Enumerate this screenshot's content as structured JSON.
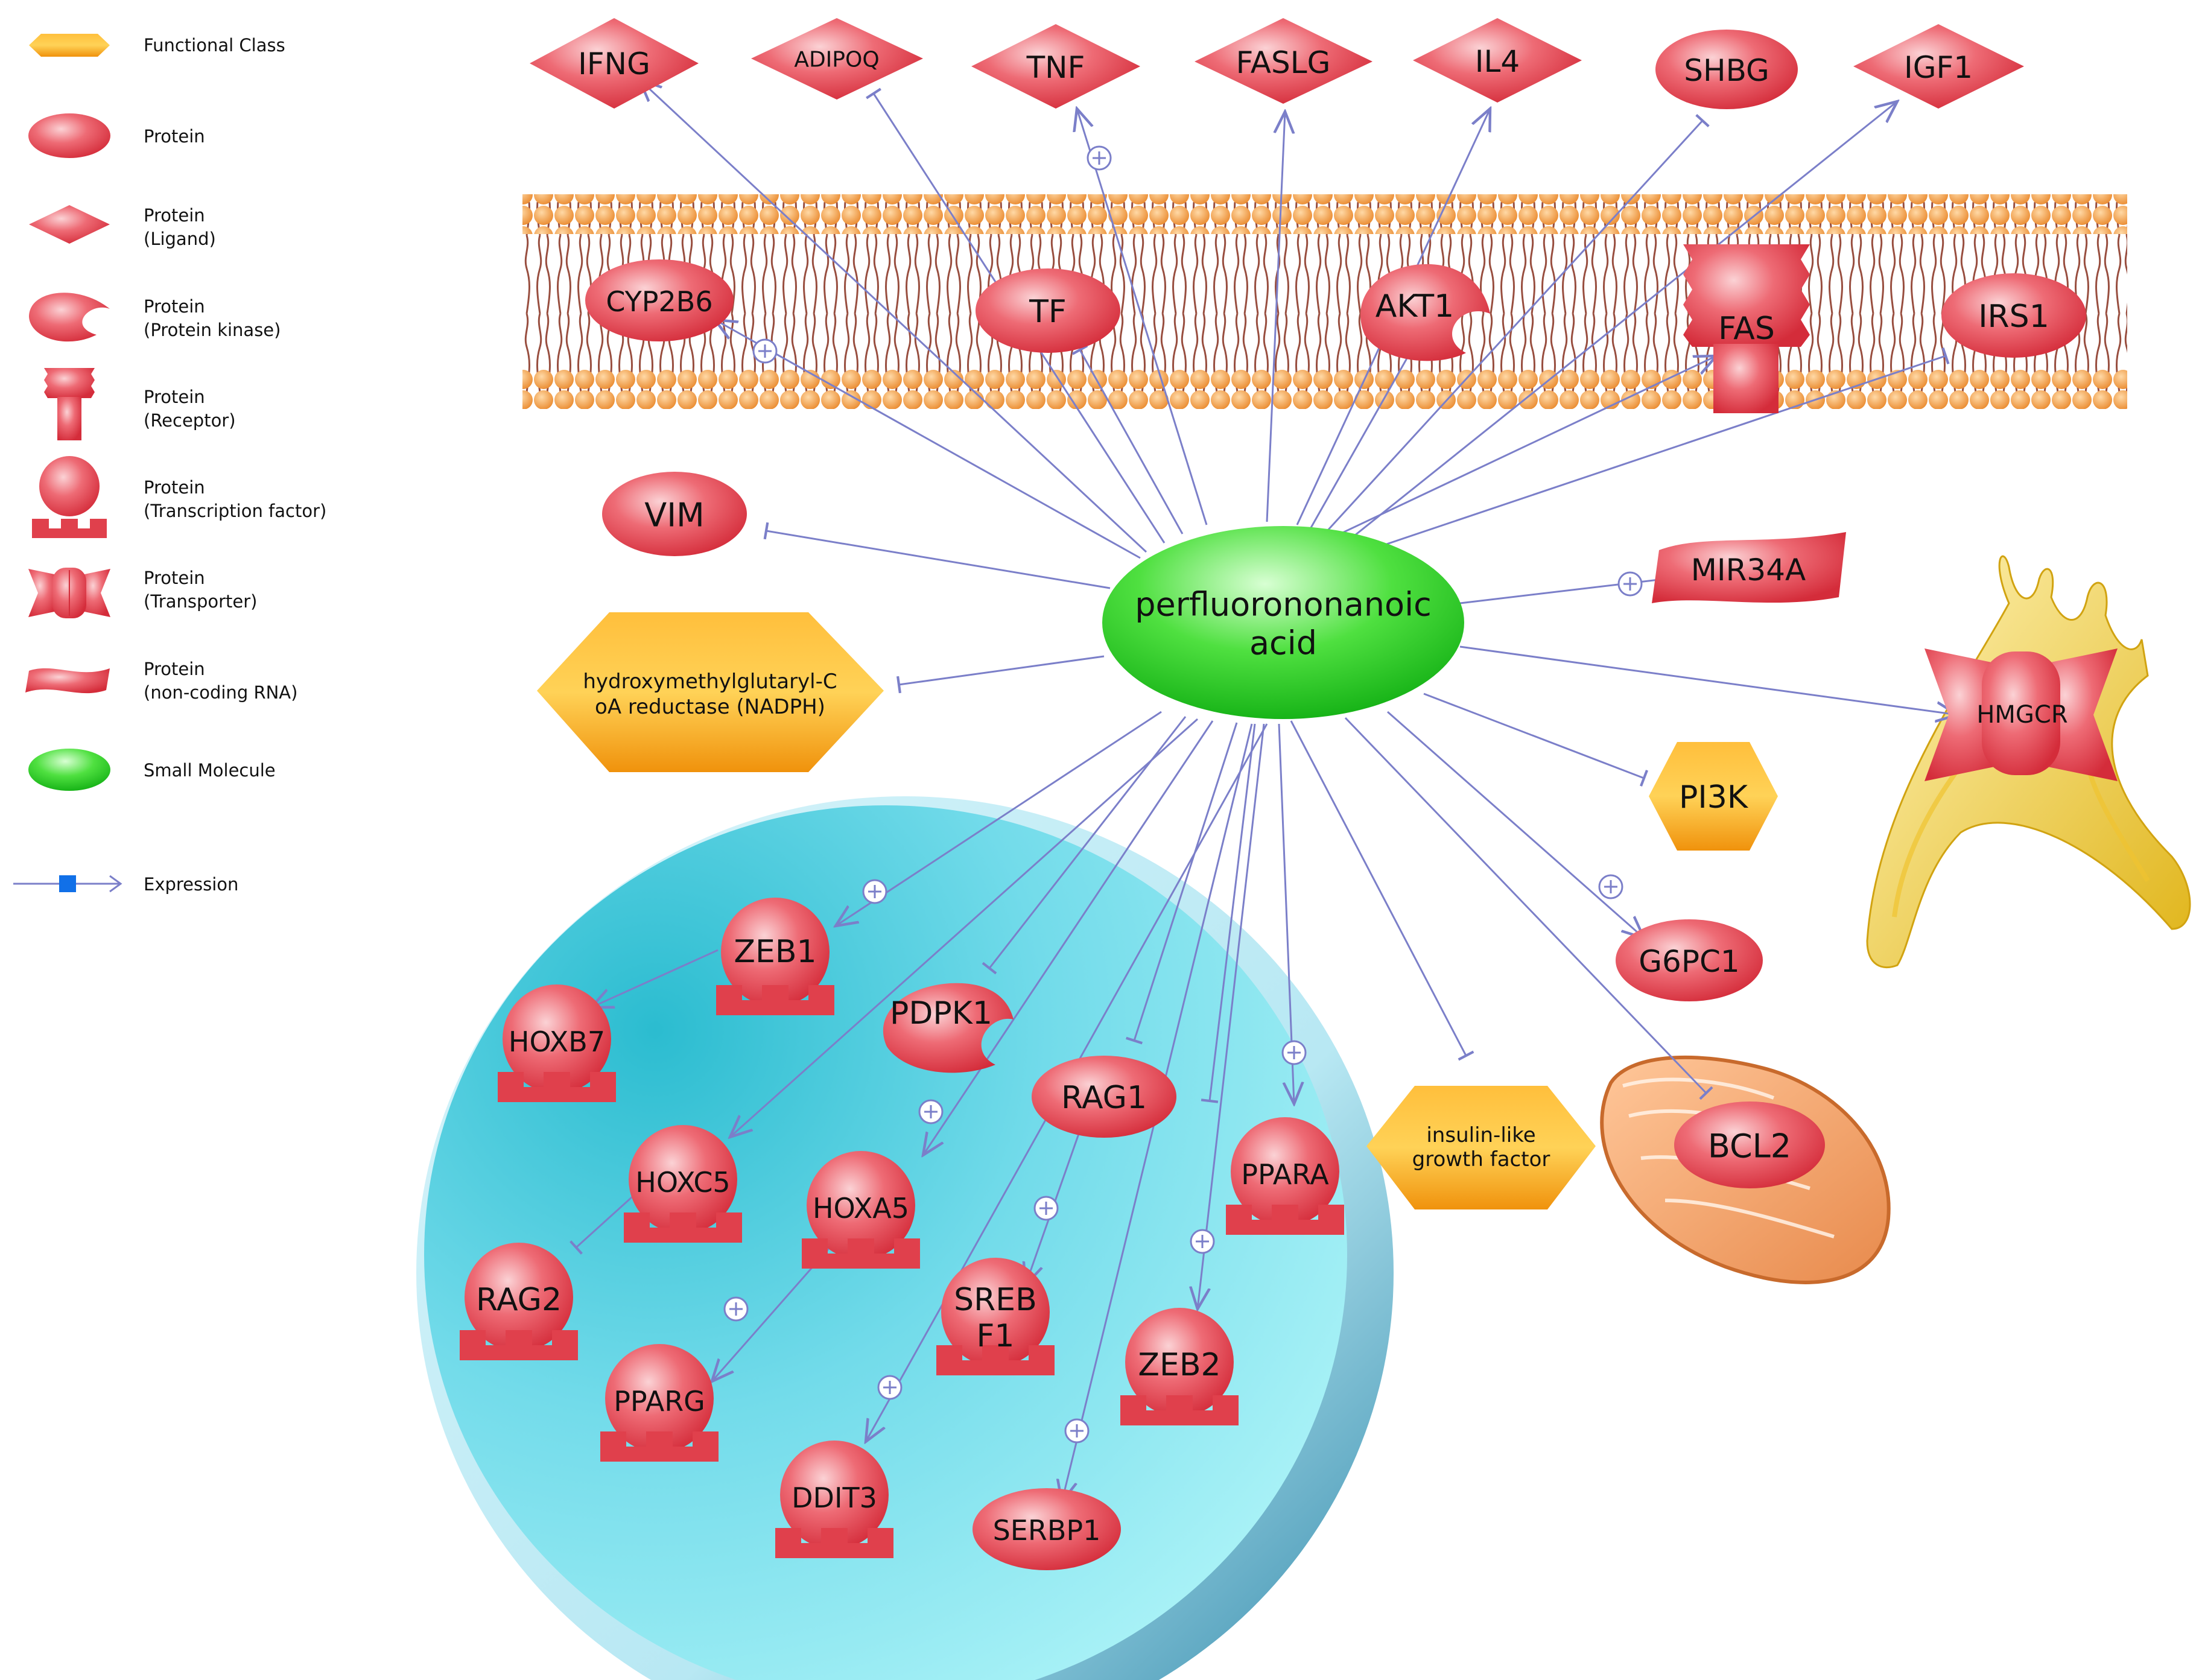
{
  "legend": [
    {
      "key": "functional-class",
      "line1": "Functional Class",
      "line2": ""
    },
    {
      "key": "protein",
      "line1": "Protein",
      "line2": ""
    },
    {
      "key": "ligand",
      "line1": "Protein",
      "line2": "(Ligand)"
    },
    {
      "key": "kinase",
      "line1": "Protein",
      "line2": "(Protein kinase)"
    },
    {
      "key": "receptor",
      "line1": "Protein",
      "line2": "(Receptor)"
    },
    {
      "key": "tf",
      "line1": "Protein",
      "line2": "(Transcription factor)"
    },
    {
      "key": "transporter",
      "line1": "Protein",
      "line2": "(Transporter)"
    },
    {
      "key": "ncrna",
      "line1": "Protein",
      "line2": "(non-coding RNA)"
    },
    {
      "key": "small-molecule",
      "line1": "Small Molecule",
      "line2": ""
    },
    {
      "key": "expression",
      "line1": "Expression",
      "line2": ""
    }
  ],
  "center": {
    "line1": "perfluorononanoic",
    "line2": "acid"
  },
  "nodes": {
    "IFNG": "IFNG",
    "ADIPOQ": "ADIPOQ",
    "TNF": "TNF",
    "FASLG": "FASLG",
    "IL4": "IL4",
    "SHBG": "SHBG",
    "IGF1": "IGF1",
    "CYP2B6": "CYP2B6",
    "TF": "TF",
    "AKT1": "AKT1",
    "FAS": "FAS",
    "IRS1": "IRS1",
    "VIM": "VIM",
    "MIR34A": "MIR34A",
    "HMGCR_FC_1": "hydroxymethylglutaryl-C",
    "HMGCR_FC_2": "oA reductase (NADPH)",
    "HMGCR": "HMGCR",
    "PI3K": "PI3K",
    "G6PC1": "G6PC1",
    "IGF_1": "insulin-like",
    "IGF_2": "growth factor",
    "BCL2": "BCL2",
    "ZEB1": "ZEB1",
    "HOXB7": "HOXB7",
    "PDPK1": "PDPK1",
    "HOXC5": "HOXC5",
    "HOXA5": "HOXA5",
    "RAG1": "RAG1",
    "PPARA": "PPARA",
    "RAG2": "RAG2",
    "SREBF1_1": "SREB",
    "SREBF1_2": "F1",
    "ZEB2": "ZEB2",
    "PPARG": "PPARG",
    "DDIT3": "DDIT3",
    "SERBP1": "SERBP1"
  },
  "colors": {
    "edge": "#7b7fc9",
    "protein": "#e0404c",
    "protein_light": "#f6a7ad",
    "small_molecule": "#22cc22",
    "functional_class": "#f29a14",
    "membrane": "#f1a14b",
    "nucleus": "#5fd6e6",
    "expression_marker": "#1170e8"
  }
}
